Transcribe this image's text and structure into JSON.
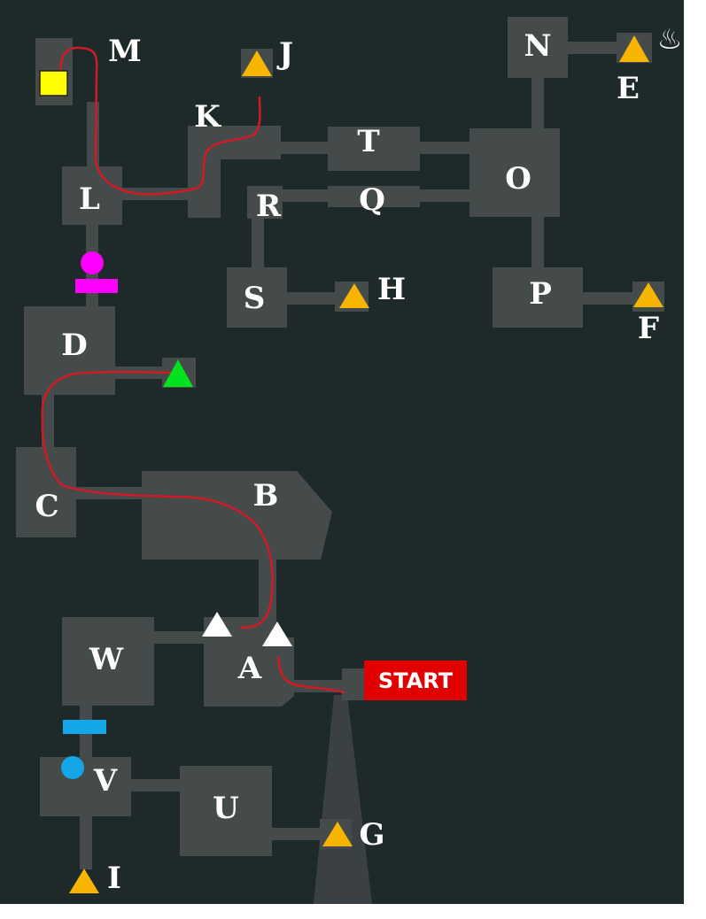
{
  "colors": {
    "background": "#1e2a2a",
    "room": "#454a4b",
    "route": "#d01a24",
    "item_marker": "#f7b500",
    "save_point": "#00e21e",
    "waypoint": "#ffffff",
    "magenta_marker": "#ff00ff",
    "blue_marker": "#14a6e6",
    "key_marker": "#ffff00",
    "start_badge": "#e00000",
    "text": "#ffffff"
  },
  "rooms": [
    "A",
    "B",
    "C",
    "D",
    "K",
    "L",
    "M",
    "N",
    "O",
    "P",
    "Q",
    "R",
    "S",
    "T",
    "U",
    "V",
    "W"
  ],
  "item_markers": [
    "E",
    "F",
    "G",
    "H",
    "I",
    "J"
  ],
  "start": {
    "label": "START"
  },
  "hot_spring": {
    "icon": "hot-spring-icon",
    "glyph": "♨"
  },
  "markers": [
    {
      "icon": "green-triangle-icon",
      "meaning": "save-point"
    },
    {
      "icon": "white-triangle-icon",
      "meaning": "waypoint"
    },
    {
      "icon": "yellow-square-icon",
      "meaning": "key-item"
    },
    {
      "icon": "magenta-circle-icon"
    },
    {
      "icon": "magenta-bar-icon"
    },
    {
      "icon": "blue-circle-icon"
    },
    {
      "icon": "blue-bar-icon"
    }
  ]
}
